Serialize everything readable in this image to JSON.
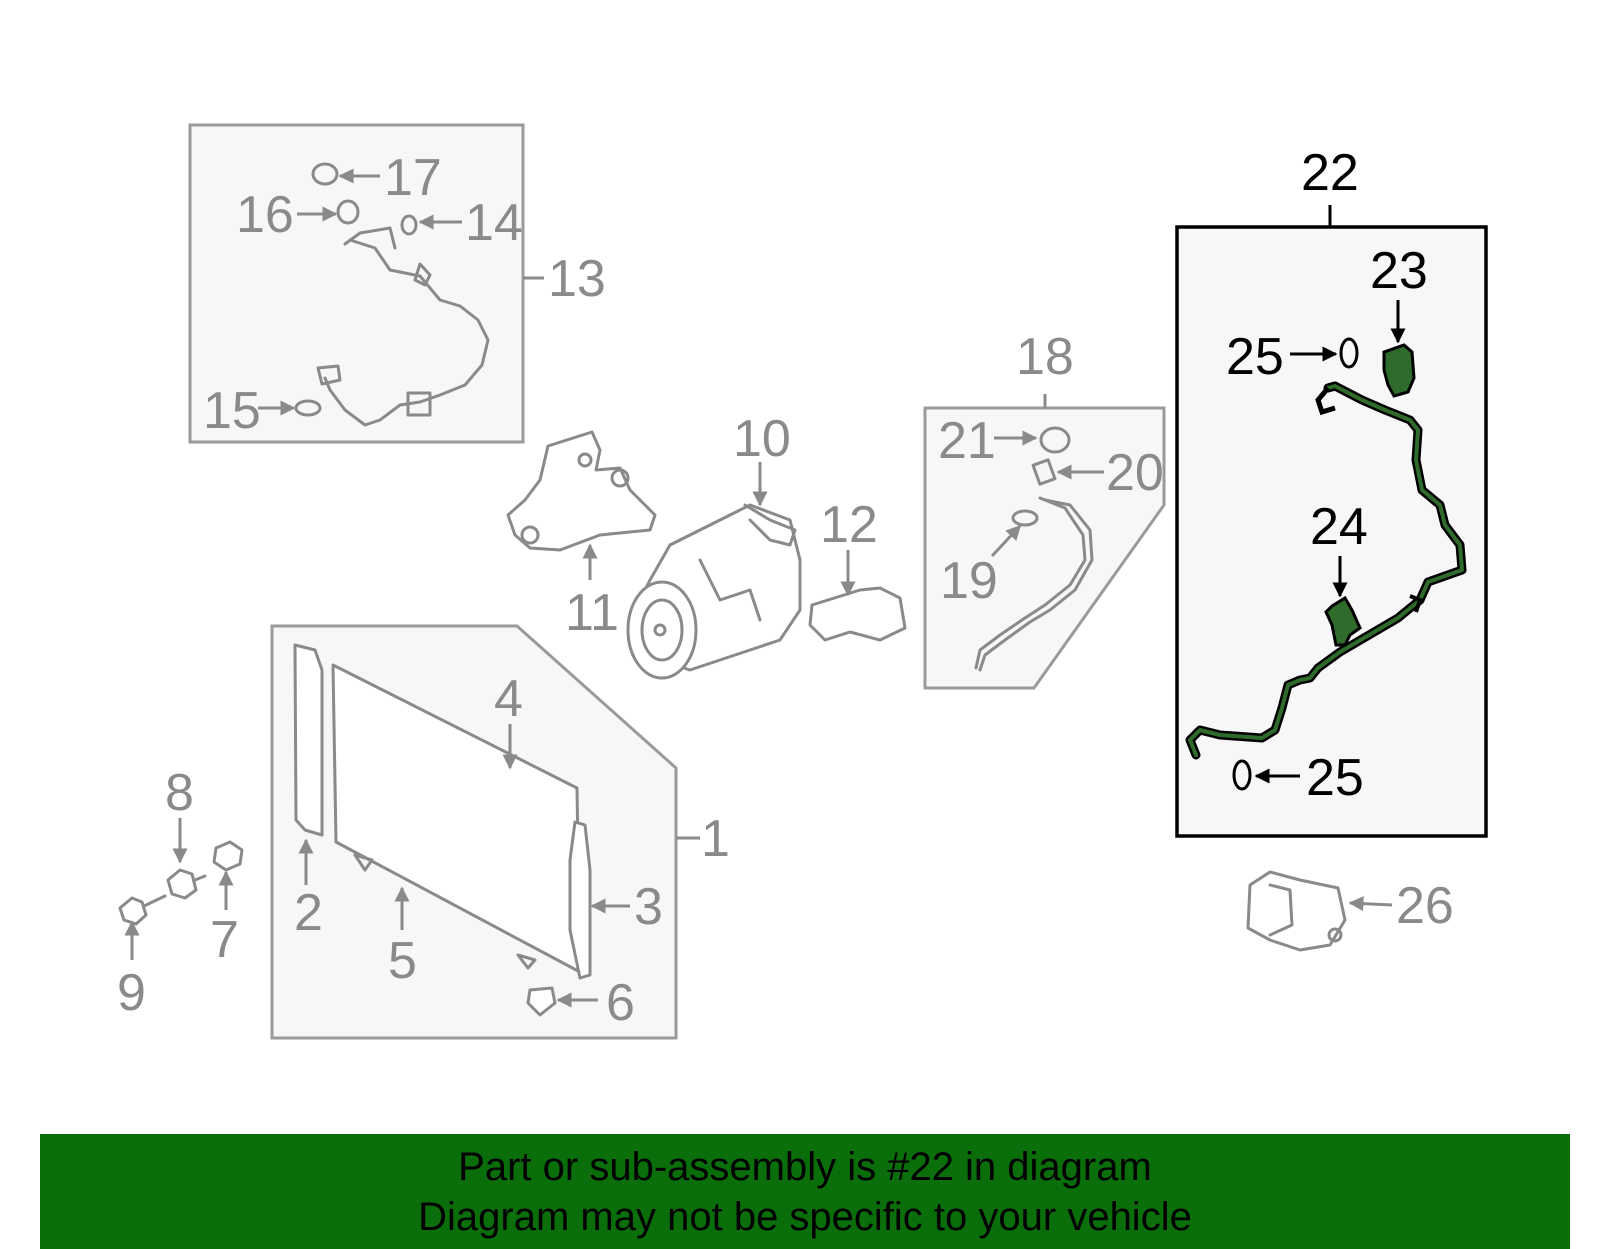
{
  "labels": {
    "n1": "1",
    "n2": "2",
    "n3": "3",
    "n4": "4",
    "n5": "5",
    "n6": "6",
    "n7": "7",
    "n8": "8",
    "n9": "9",
    "n10": "10",
    "n11": "11",
    "n12": "12",
    "n13": "13",
    "n14": "14",
    "n15": "15",
    "n16": "16",
    "n17": "17",
    "n18": "18",
    "n19": "19",
    "n20": "20",
    "n21": "21",
    "n22": "22",
    "n23": "23",
    "n24": "24",
    "n25a": "25",
    "n25b": "25",
    "n26": "26"
  },
  "banner": {
    "line1": "Part or sub-assembly is #22 in diagram",
    "line2": "Diagram may not be specific to your vehicle"
  },
  "colors": {
    "banner_bg": "#0a6e0a",
    "highlight_part": "#2f6b2a",
    "muted_part": "#8a8a8a"
  }
}
